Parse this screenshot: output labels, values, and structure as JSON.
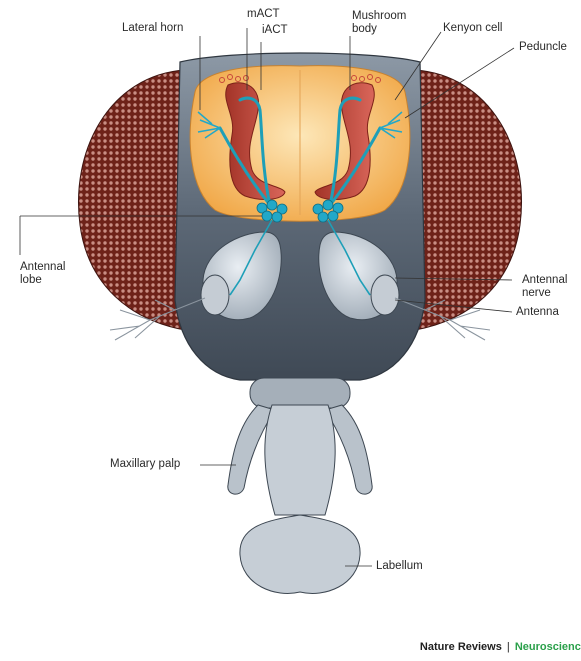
{
  "labels": {
    "lateral_horn": "Lateral horn",
    "mact": "mACT",
    "iact": "iACT",
    "mushroom_body": "Mushroom\nbody",
    "kenyon_cell": "Kenyon cell",
    "peduncle": "Peduncle",
    "antennal_lobe": "Antennal\nlobe",
    "antennal_nerve": "Antennal\nnerve",
    "antenna": "Antenna",
    "maxillary_palp": "Maxillary palp",
    "labellum": "Labellum"
  },
  "credit": {
    "journal": "Nature Reviews",
    "separator": "|",
    "section": "Neuroscience"
  },
  "colors": {
    "eye": "#7a2a22",
    "eye_facet": "#c98e84",
    "head": "#5d6a78",
    "brain": "#f3b35a",
    "mushroom_body": "#c8473a",
    "neuron": "#1e9fb8",
    "glomeruli": "#22a8c8",
    "credit_accent": "#2aa04a"
  }
}
